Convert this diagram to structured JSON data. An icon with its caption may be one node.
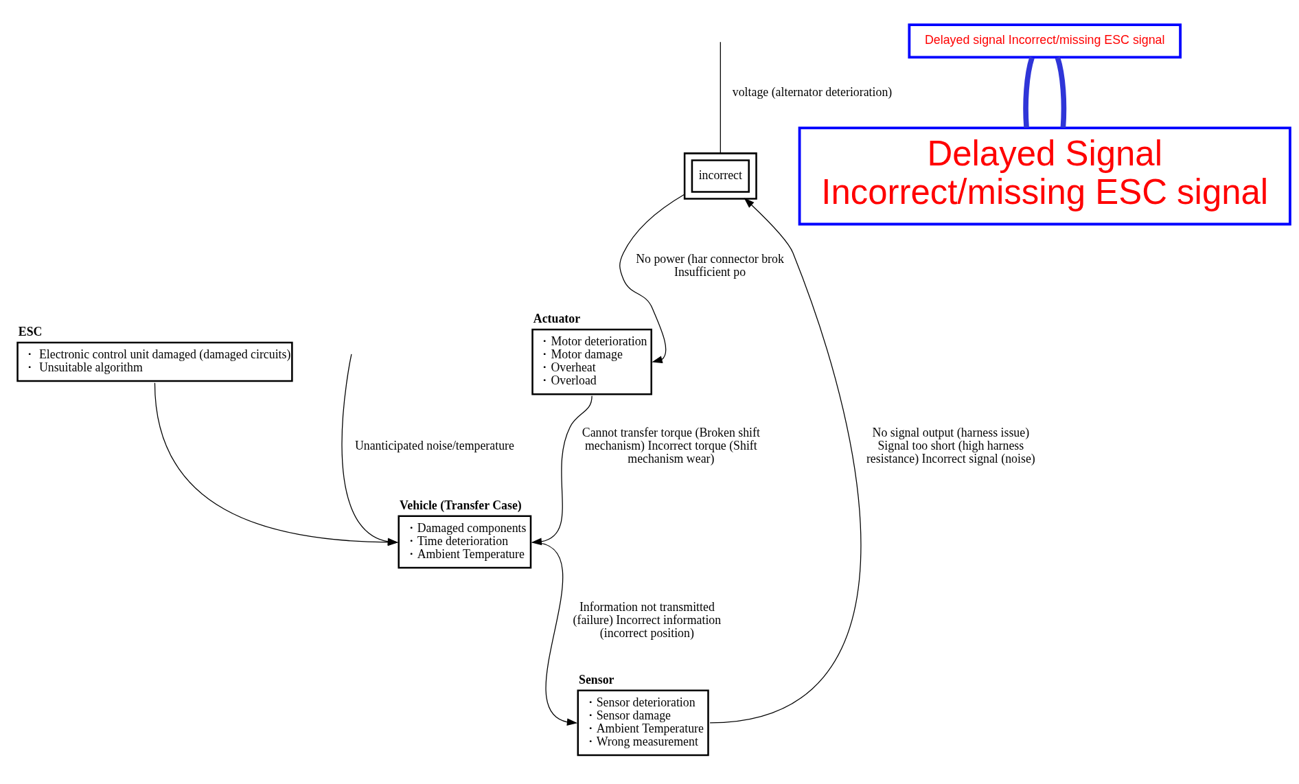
{
  "diagram": {
    "nodes": [
      {
        "text": [],
        "shape": "box"
      },
      {
        "text": [
          "incorrect"
        ],
        "in": 0
      },
      {
        "text": [
          "Actuator",
          "・Motor deterioration",
          "・Motor damage",
          "・Overheat",
          "・Overload"
        ]
      },
      {
        "text": [
          "Vehicle (Transfer Case)",
          "・Damaged components",
          "・Time deterioration",
          "・Ambient Temperature"
        ]
      },
      {
        "text": [
          "Sensor",
          "・Sensor deterioration",
          "・Sensor damage",
          "・Ambient Temperature",
          "・Wrong measurement"
        ]
      },
      {
        "text": [
          "ESC",
          "・ Electronic control unit damaged (damaged circuits)",
          "・ Unsuitable algorithm"
        ]
      },
      {
        "text": [
          "Delayed signal Incorrect/missing ESC signal"
        ]
      },
      {
        "text": [
          "Delayed Signal",
          "Incorrect/missing ESC signal"
        ]
      }
    ],
    "edges": [
      {
        "from": null,
        "to": 0,
        "arrow": "none",
        "label": "voltage (alternator deterioration)"
      },
      {
        "from": 0,
        "to": 2,
        "arrow": "to",
        "label": "No power (har connector brok Insufficient po"
      },
      {
        "from": 2,
        "to": 3,
        "arrow": "to",
        "label": "Cannot transfer torque (Broken shift mechanism) Incorrect torque (Shift mechanism wear)"
      },
      {
        "from": 3,
        "to": 4,
        "arrow": "to",
        "label": "Information not transmitted (failure) Incorrect information (incorrect position)"
      },
      {
        "from": 4,
        "to": 0,
        "arrow": "to",
        "label": "No signal output (harness issue) Signal too short (high harness resistance) Incorrect signal (noise)"
      },
      {
        "from": 5,
        "to": 3,
        "arrow": "to"
      },
      {
        "from": null,
        "to": 3,
        "arrow": "to",
        "label": "Unanticipated noise/temperature"
      },
      {
        "from": 6,
        "to": 7,
        "arrow": "none",
        "color": "#2f35d8",
        "style": "thick"
      },
      {
        "from": 6,
        "to": 7,
        "arrow": "none",
        "color": "#2f35d8",
        "style": "thick"
      }
    ]
  }
}
